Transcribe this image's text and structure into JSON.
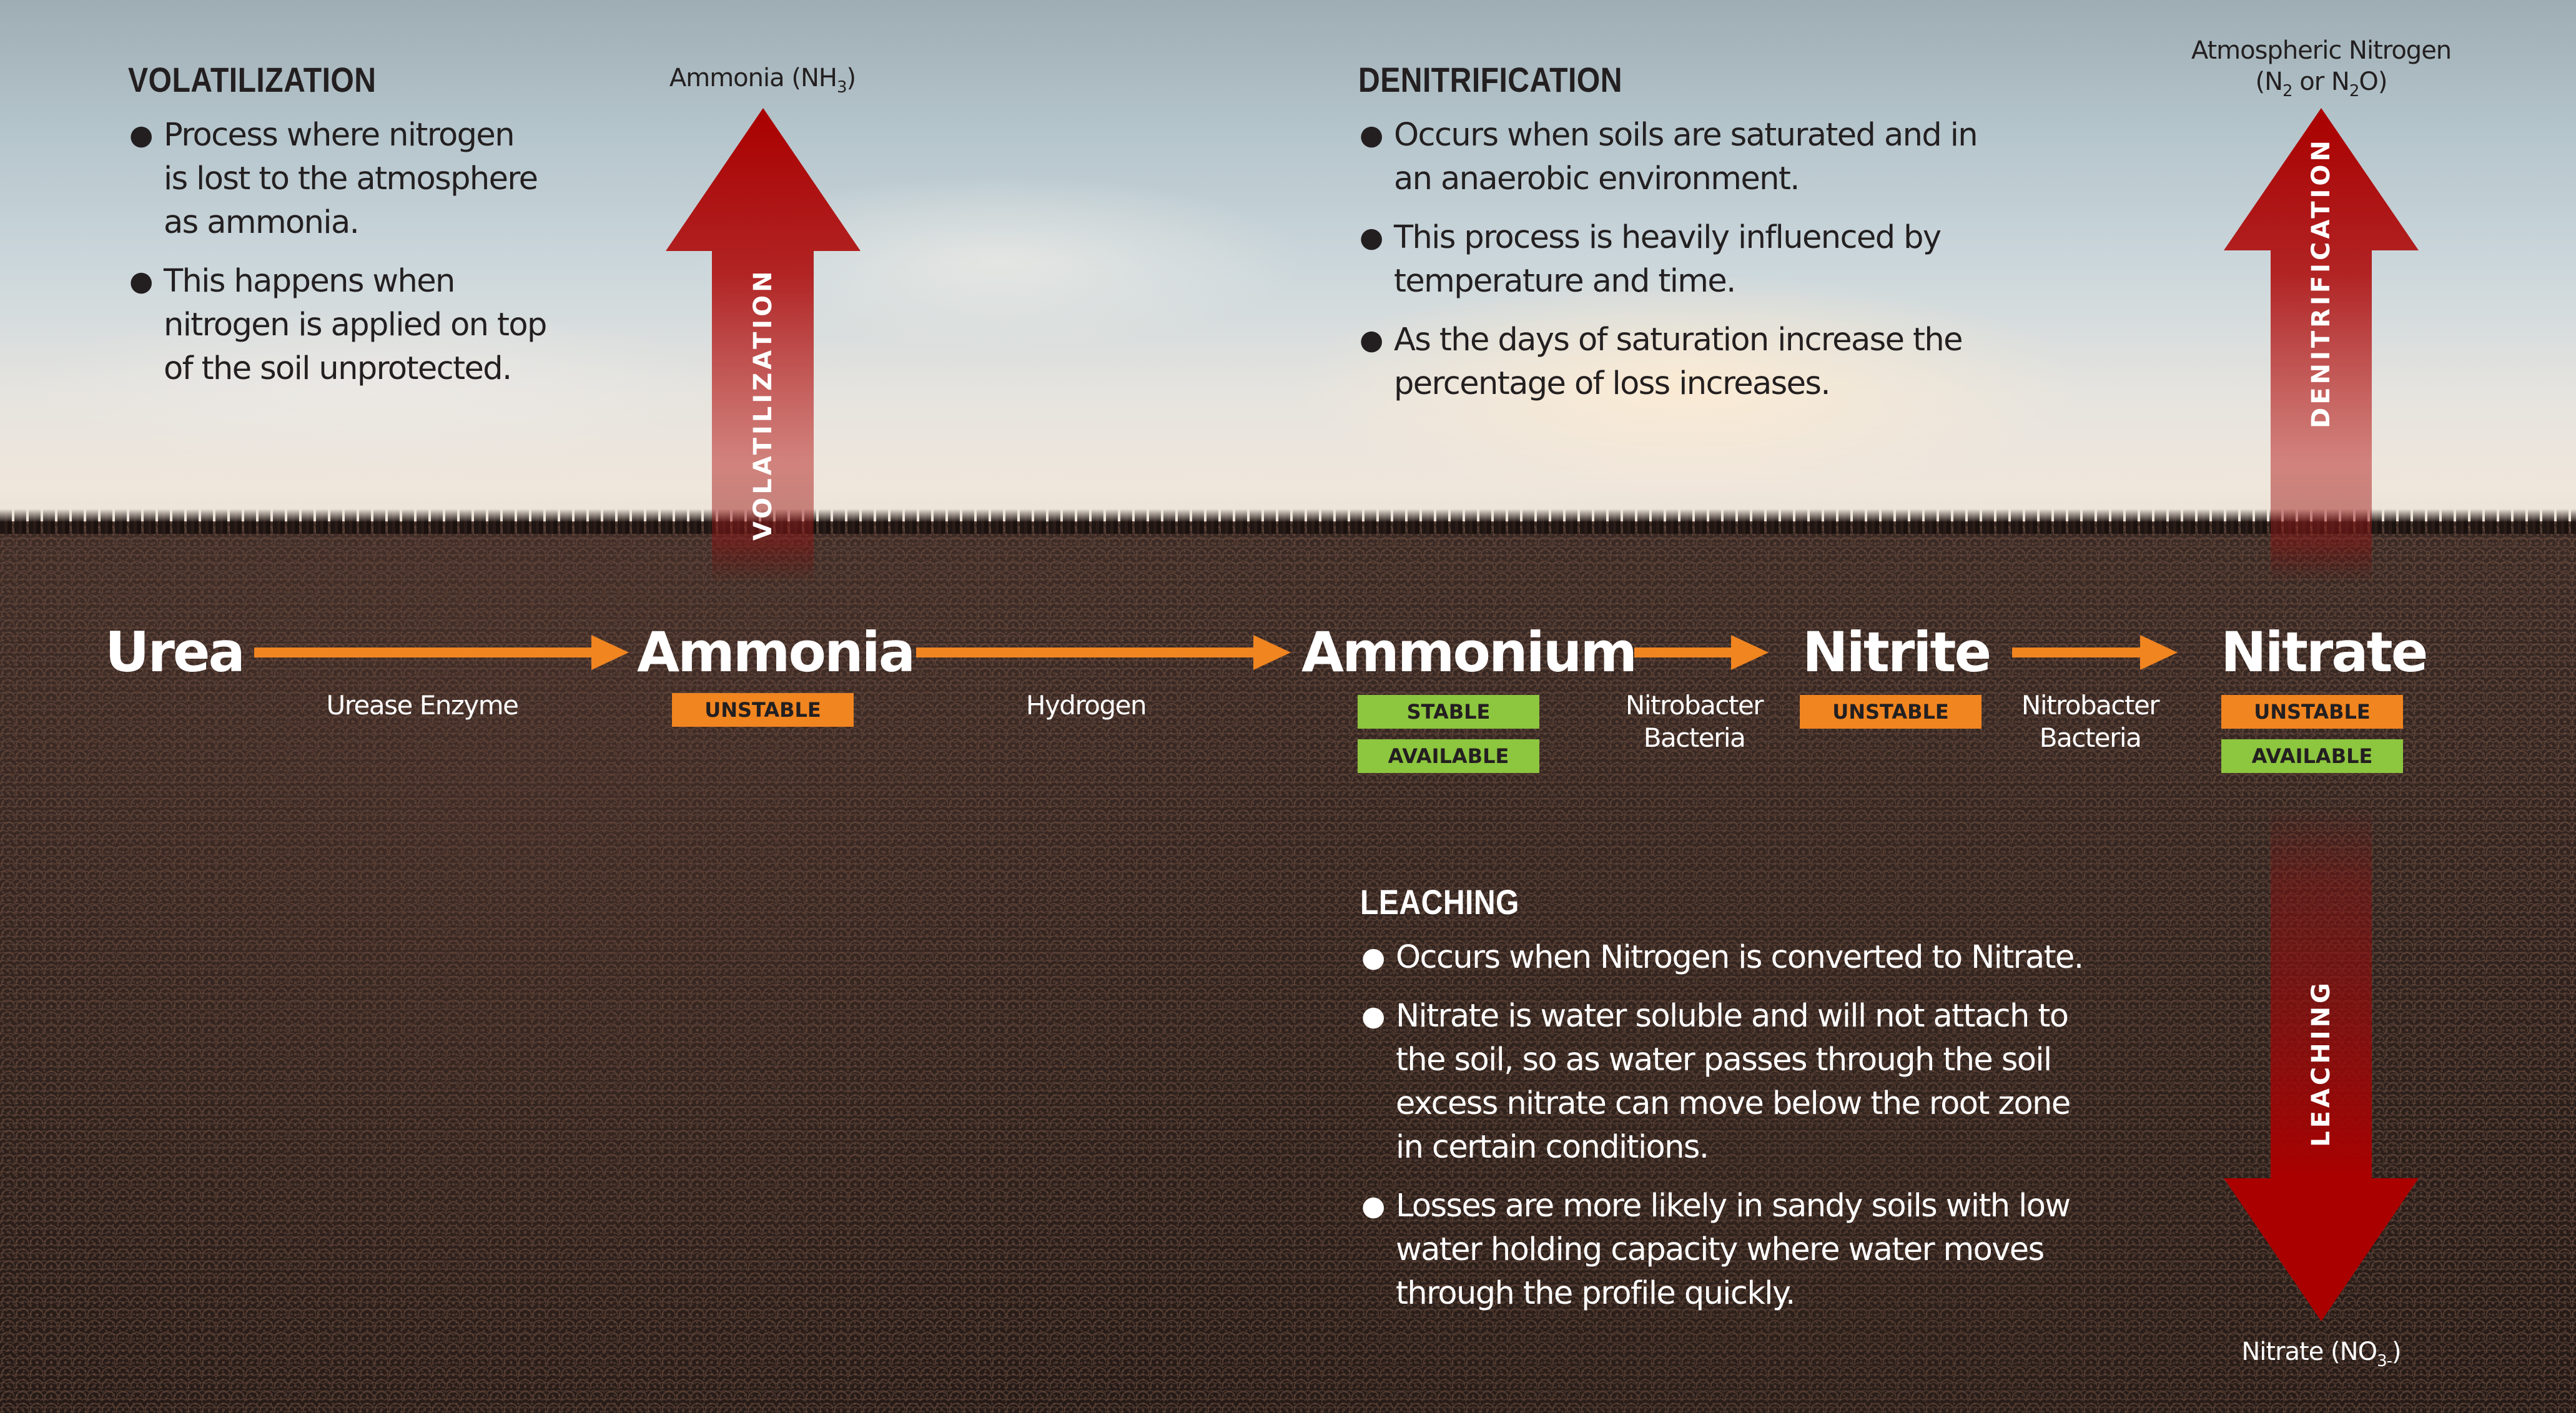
{
  "colors": {
    "arrow_red": "#aa0000",
    "flow_orange": "#f18520",
    "tag_orange": "#f18520",
    "tag_green": "#8dc63f",
    "dark_text": "#231f20",
    "light_text": "#ffffff"
  },
  "volatilization": {
    "heading": "VOLATILIZATION",
    "bullets": [
      [
        "Process where nitrogen",
        "is lost to the atmosphere",
        "as ammonia."
      ],
      [
        "This happens when",
        "nitrogen is applied on top",
        "of the soil unprotected."
      ]
    ],
    "arrow_label": "VOLATILIZATION",
    "output_label": {
      "text": "Ammonia (NH",
      "sub": "3",
      "close": ")"
    }
  },
  "denitrification": {
    "heading": "DENITRIFICATION",
    "bullets": [
      [
        "Occurs when soils are saturated and in",
        "an anaerobic environment."
      ],
      [
        "This process is heavily influenced by",
        "temperature and time."
      ],
      [
        "As the days of saturation increase the",
        "percentage of loss increases."
      ]
    ],
    "arrow_label": "DENITRIFICATION",
    "output_label": {
      "line1": "Atmospheric Nitrogen",
      "open": "(N",
      "sub1": "2",
      "mid": " or N",
      "sub2": "2",
      "close": "O)"
    }
  },
  "leaching": {
    "heading": "LEACHING",
    "bullets": [
      [
        "Occurs when Nitrogen is converted to Nitrate."
      ],
      [
        "Nitrate is water soluble and will not attach to",
        "the soil, so as water passes through the soil",
        "excess nitrate can move below the root zone",
        "in certain conditions."
      ],
      [
        "Losses are more likely in sandy soils with low",
        "water holding capacity where water moves",
        "through the profile quickly."
      ]
    ],
    "arrow_label": "LEACHING",
    "output_label": {
      "text": "Nitrate (NO",
      "sub": "3-",
      "close": ")"
    }
  },
  "flow": {
    "compounds": [
      {
        "name": "Urea",
        "tags": []
      },
      {
        "name": "Ammonia",
        "tags": [
          "UNSTABLE"
        ]
      },
      {
        "name": "Ammonium",
        "tags": [
          "STABLE",
          "AVAILABLE"
        ]
      },
      {
        "name": "Nitrite",
        "tags": [
          "UNSTABLE"
        ]
      },
      {
        "name": "Nitrate",
        "tags": [
          "UNSTABLE",
          "AVAILABLE"
        ]
      }
    ],
    "agents": [
      {
        "line1": "Urease Enzyme",
        "line2": ""
      },
      {
        "line1": "Hydrogen",
        "line2": ""
      },
      {
        "line1": "Nitrobacter",
        "line2": "Bacteria"
      },
      {
        "line1": "Nitrobacter",
        "line2": "Bacteria"
      }
    ]
  }
}
